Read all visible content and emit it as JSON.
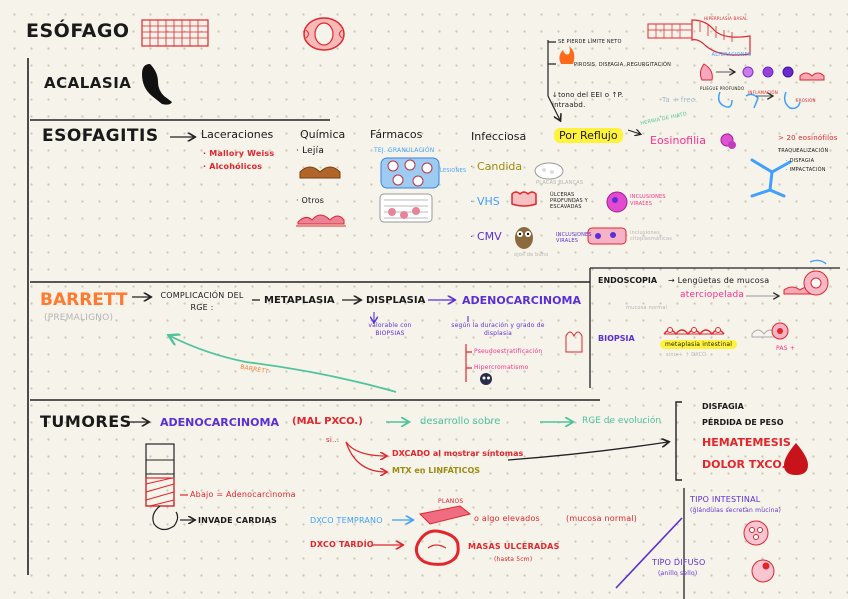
{
  "title": "ESÓFAGO",
  "achalasia": {
    "title": "ACALASIA"
  },
  "esofagitis": {
    "title": "ESOFAGITIS",
    "lacer": {
      "title": "Laceraciones",
      "items": [
        "· Mallory Weiss",
        "· Alcohólicos"
      ]
    },
    "quimica": {
      "title": "Química",
      "items": [
        "· Lejía",
        "· Otros"
      ]
    },
    "farmacos": {
      "title": "Fármacos",
      "label": "TEJ. GRANULACIÓN",
      "sub": "LESIONES"
    },
    "infecciosa": {
      "title": "Infecciosa",
      "candida": "· Candida",
      "candida_note": "PLACAS BLANCAS",
      "vhs": "· VHS",
      "vhs_note": "ÚLCERAS PROFUNDAS Y ESCAVADAS",
      "vhs_note2": "INCLUSIONES VIRALES",
      "cmv": "· CMV",
      "cmv_note": "INCLUSIONES VIRALES",
      "cmv_note2": "ojos de búho",
      "cmv_note3": "inclusiones citoplasmáticas"
    },
    "reflujo": {
      "title": "Por Reflujo",
      "line1": "SE PIERDE LÍMITE NETO",
      "line2": "PIROSIS, DISFAGIA, REGURGITACIÓN",
      "line3": "↓tono del EEI o ↑P. intraabd.",
      "line4": "Ta + frec.",
      "hernia": "HERNIA DE HIATO",
      "alter": "· ALTERACIONES",
      "pliegue": "PLIEGUE PROFUNDO",
      "infl": "INFLAMACIÓN",
      "erosion": "EROSIÓN",
      "hiper": "HIPERPLASIA BASAL"
    },
    "eosino": {
      "title": "Eosinofilia",
      "line1": "> 20 eosinófilos",
      "line2": "TRAQUEALIZACIÓN",
      "line3": "· DISFAGIA",
      "line4": "· IMPACTACIÓN"
    }
  },
  "barrett": {
    "title": "BARRETT",
    "sub": "(PREMALIGNO)",
    "comp": "COMPLICACIÓN DEL RGE :",
    "meta": "METAPLASIA",
    "displ": "DISPLASIA",
    "adeno": "ADENOCARCINOMA",
    "valor": "valorable con BIOPSIAS",
    "segun": "según la duración y grado de displasia",
    "pseudo": "Pseudoestratificación",
    "hiperc": "Hipercromatismo",
    "endoscopia": "ENDOSCOPIA",
    "lengu": "→ Lengüetas de mucosa",
    "aterc": "aterciopelada",
    "mucosa_note": "mucosa normal",
    "biopsia": "BIOPSIA",
    "meta_int": "metaplasia intestinal",
    "sino": "sino + ↑ DXCO.",
    "pas": "PAS +",
    "arrow": "BARRETT"
  },
  "tumores": {
    "title": "TUMORES",
    "adeno": "ADENOCARCINOMA",
    "mal": "(MAL PXCO.)",
    "desarr": "desarrollo sobre",
    "rge": "RGE de evolución",
    "si": "si...",
    "dxcado": "DXCADO al mostrar síntomas",
    "mtx": "MTX en LINFÁTICOS",
    "abajo": "Abajo = Adenocarcinoma",
    "invade": "INVADE CARDIAS",
    "temprano": "DXCO TEMPRANO",
    "tardio": "DXCO TARDÍO",
    "planos": "PLANOS",
    "algo": "o algo elevados",
    "mucosa": "(mucosa normal)",
    "masas": "MASAS ULCERADAS",
    "hasta": "(hasta 5cm)",
    "sintomas": [
      "DISFAGIA",
      "PÉRDIDA DE PESO",
      "HEMATEMESIS",
      "DOLOR TXCO."
    ],
    "tipo_int": "TIPO INTESTINAL",
    "tipo_int_sub": "(glándulas secretan mucina)",
    "tipo_dif": "TIPO DIFUSO",
    "tipo_dif_sub": "(anillo sello)"
  }
}
